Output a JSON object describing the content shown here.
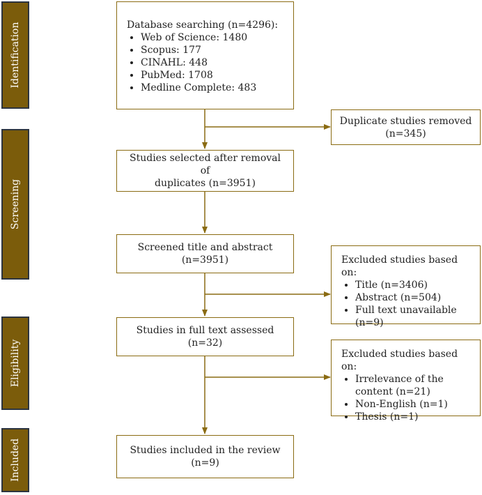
{
  "stages": [
    {
      "label": "Identification"
    },
    {
      "label": "Screening"
    },
    {
      "label": "Eligibility"
    },
    {
      "label": "Included"
    }
  ],
  "boxes": {
    "database": {
      "title": "Database searching (n=4296):",
      "items": [
        "Web of Science: 1480",
        "Scopus: 177",
        "CINAHL: 448",
        "PubMed: 1708",
        "Medline Complete: 483"
      ]
    },
    "duplicates": {
      "line1": "Duplicate studies removed",
      "line2": "(n=345)"
    },
    "selected": {
      "line1": "Studies selected after removal of",
      "line2": "duplicates (n=3951)"
    },
    "screened": {
      "line1": "Screened title and abstract",
      "line2": "(n=3951)"
    },
    "excluded1": {
      "title": "Excluded studies based on:",
      "items": [
        "Title (n=3406)",
        "Abstract (n=504)",
        "Full text unavailable",
        "(n=9)"
      ]
    },
    "fulltext": {
      "line1": "Studies in full text assessed",
      "line2": "(n=32)"
    },
    "excluded2": {
      "title": "Excluded studies based on:",
      "items": [
        "Irrelevance of the",
        "content (n=21)",
        "Non-English (n=1)",
        "Thesis (n=1)"
      ]
    },
    "included": {
      "line1": "Studies included in the review",
      "line2": "(n=9)"
    }
  },
  "colors": {
    "stage_fill": "#7b5c0b",
    "stage_border": "#2c3440",
    "box_border": "#8a6b12",
    "arrow": "#8a6b12"
  }
}
